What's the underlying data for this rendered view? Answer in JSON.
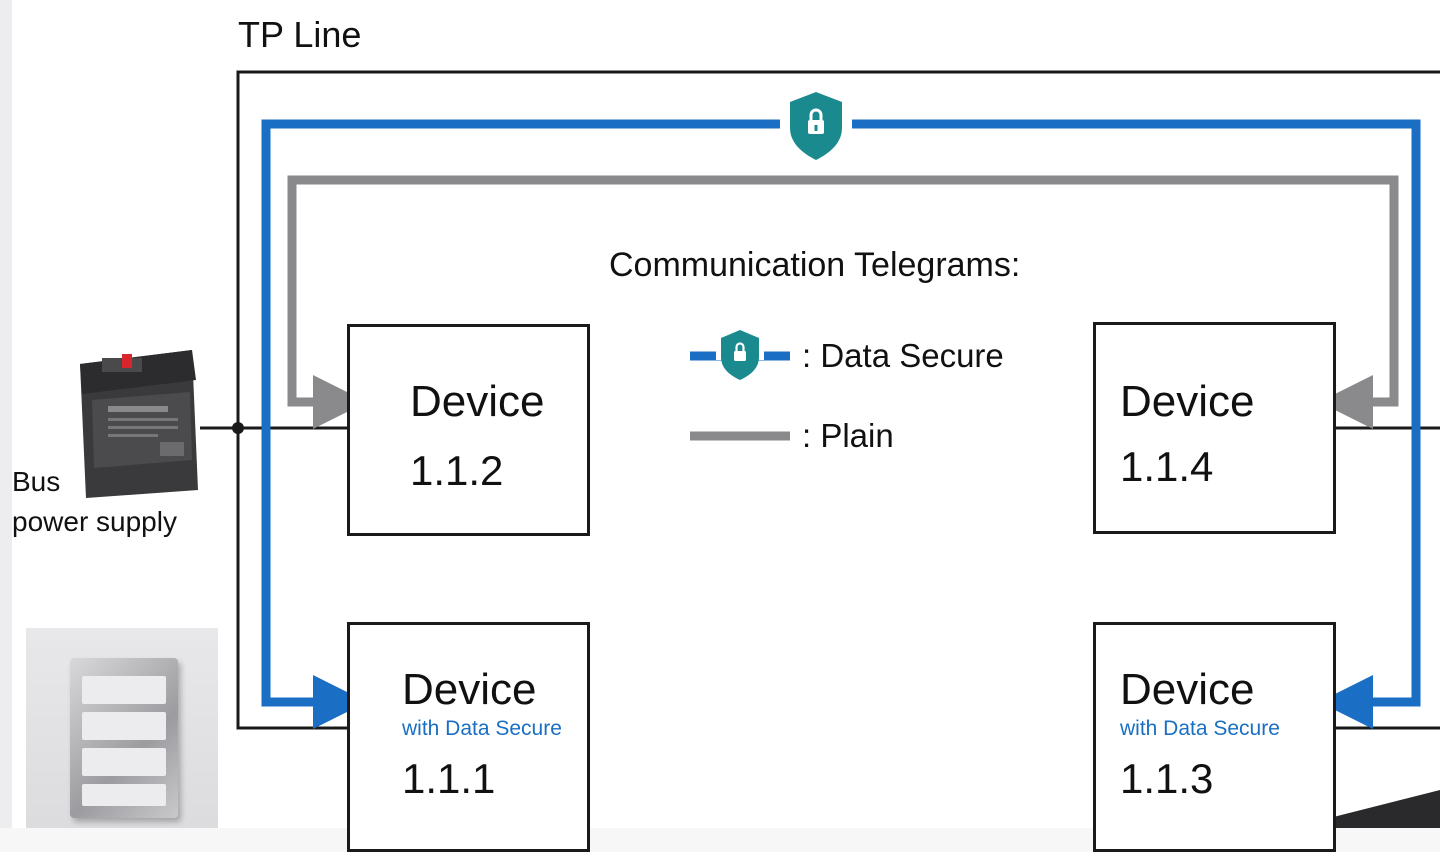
{
  "diagram": {
    "tp_line_label": "TP Line",
    "legend": {
      "title": "Communication Telegrams:",
      "secure_label": ": Data Secure",
      "plain_label": ": Plain"
    },
    "power_supply": {
      "label_line1": "Bus",
      "label_line2": "power supply"
    },
    "devices": [
      {
        "id": "dev-112",
        "title": "Device",
        "subtitle": "",
        "address": "1.1.2"
      },
      {
        "id": "dev-114",
        "title": "Device",
        "subtitle": "",
        "address": "1.1.4"
      },
      {
        "id": "dev-111",
        "title": "Device",
        "subtitle": "with Data Secure",
        "address": "1.1.1"
      },
      {
        "id": "dev-113",
        "title": "Device",
        "subtitle": "with Data Secure",
        "address": "1.1.3"
      }
    ],
    "colors": {
      "secure_line": "#1a6fc4",
      "plain_line": "#8a8a8d",
      "shield": "#1a8a8f",
      "connector_red": "#d9262c",
      "bus_line": "#1a1a1a"
    },
    "icons": {
      "secure": "shield-lock-icon",
      "connector": "bus-connector-icon",
      "power_supply": "power-supply-icon",
      "switch": "wall-switch-icon"
    }
  }
}
